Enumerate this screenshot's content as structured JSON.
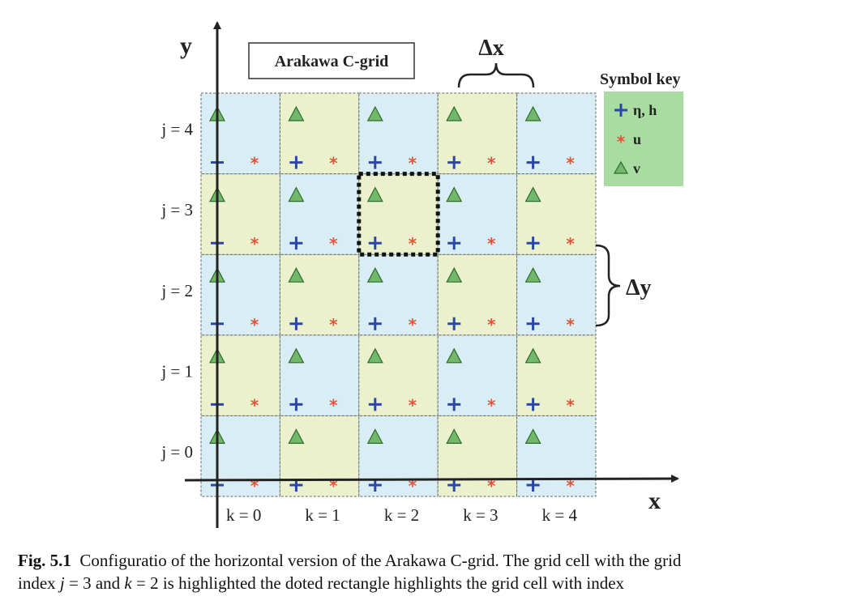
{
  "title_box": {
    "text": "Arakawa C-grid"
  },
  "axes": {
    "x_label": "x",
    "y_label": "y"
  },
  "dimension_labels": {
    "dx": "Δx",
    "dy": "Δy"
  },
  "row_labels": [
    "j = 0",
    "j = 1",
    "j = 2",
    "j = 3",
    "j = 4"
  ],
  "col_labels": [
    "k = 0",
    "k = 1",
    "k = 2",
    "k = 3",
    "k = 4"
  ],
  "legend": {
    "title": "Symbol key",
    "items": [
      {
        "symbol": "plus",
        "label": "η, h"
      },
      {
        "symbol": "asterisk",
        "label": "u"
      },
      {
        "symbol": "triangle",
        "label": "v"
      }
    ]
  },
  "highlight": {
    "j": 3,
    "k": 2
  },
  "colors": {
    "cell_blue": "#d9eef4",
    "cell_green": "#eaf1cc",
    "plus": "#2a46a8",
    "asterisk": "#e0553a",
    "triangle_fill": "#72b86a",
    "triangle_stroke": "#2e6b2c",
    "key_bg": "#a8dca0"
  },
  "caption": {
    "label": "Fig. 5.1",
    "line1": "Configuratio  of the horizontal version of the Arakawa C-grid. The grid cell with the grid",
    "line2_a": "index",
    "j_var": "j",
    "eq1": " = 3 and ",
    "k_var": "k",
    "eq2": " = 2 is highlighted the doted rectangle highlights the grid cell with index"
  }
}
